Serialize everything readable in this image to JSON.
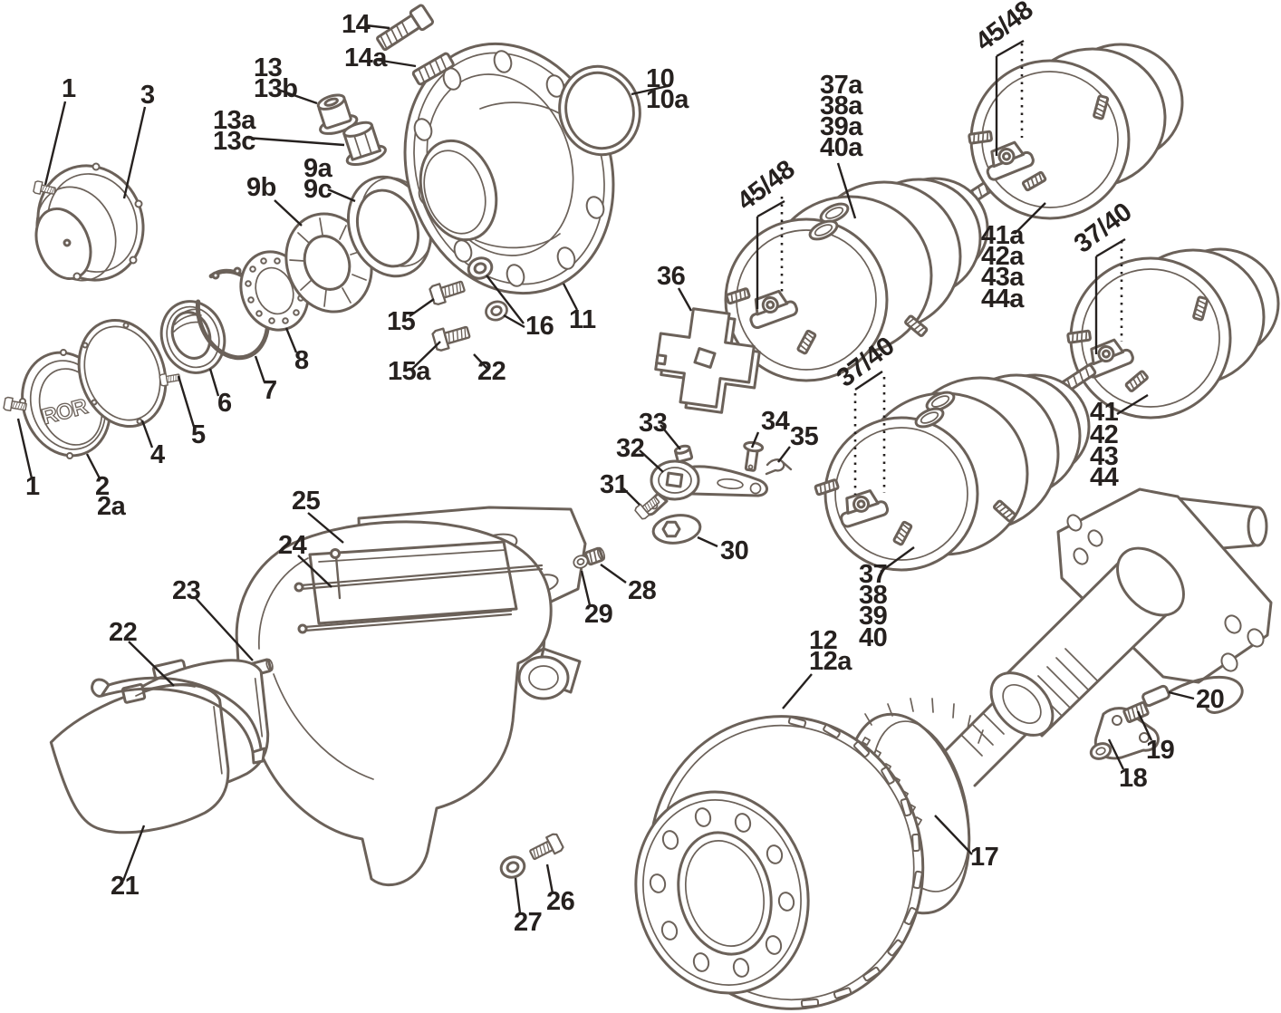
{
  "colors": {
    "ink": "#26211f",
    "line": "#6b6159",
    "background": "#ffffff"
  },
  "logo": {
    "text": "ROR"
  },
  "callouts": [
    {
      "id": "wheel-stud",
      "text": "14"
    },
    {
      "id": "wheel-stud-installed",
      "text": "14a"
    },
    {
      "id": "wheel-nut",
      "text": "13"
    },
    {
      "id": "wheel-nut-b",
      "text": "13b"
    },
    {
      "id": "wheel-nut-a",
      "text": "13a"
    },
    {
      "id": "wheel-nut-c",
      "text": "13c"
    },
    {
      "id": "capscrew-top",
      "text": "1"
    },
    {
      "id": "hub-cap",
      "text": "3"
    },
    {
      "id": "bearing-cone",
      "text": "9b"
    },
    {
      "id": "bearing-cup-a",
      "text": "9a"
    },
    {
      "id": "bearing-cup-c",
      "text": "9c"
    },
    {
      "id": "seal-ring",
      "text": "10"
    },
    {
      "id": "seal-ring-a",
      "text": "10a"
    },
    {
      "id": "hub",
      "text": "11"
    },
    {
      "id": "bolt-15",
      "text": "15"
    },
    {
      "id": "washers-16",
      "text": "16"
    },
    {
      "id": "bolt-15a",
      "text": "15a"
    },
    {
      "id": "bolt-22-hub",
      "text": "22"
    },
    {
      "id": "spacer-plate",
      "text": "36"
    },
    {
      "id": "chamber-4548-left",
      "text": "45/48"
    },
    {
      "id": "chamber-37a",
      "text": "37a"
    },
    {
      "id": "chamber-38a",
      "text": "38a"
    },
    {
      "id": "chamber-39a",
      "text": "39a"
    },
    {
      "id": "chamber-40a",
      "text": "40a"
    },
    {
      "id": "chamber-4548-right",
      "text": "45/48"
    },
    {
      "id": "chamber-41a",
      "text": "41a"
    },
    {
      "id": "chamber-42a",
      "text": "42a"
    },
    {
      "id": "chamber-43a",
      "text": "43a"
    },
    {
      "id": "chamber-44a",
      "text": "44a"
    },
    {
      "id": "chamber-3740-right",
      "text": "37/40"
    },
    {
      "id": "chamber-41",
      "text": "41"
    },
    {
      "id": "chamber-42",
      "text": "42"
    },
    {
      "id": "chamber-43",
      "text": "43"
    },
    {
      "id": "chamber-44",
      "text": "44"
    },
    {
      "id": "chamber-3740-center",
      "text": "37/40"
    },
    {
      "id": "chamber-37",
      "text": "37"
    },
    {
      "id": "chamber-38",
      "text": "38"
    },
    {
      "id": "chamber-39",
      "text": "39"
    },
    {
      "id": "chamber-40",
      "text": "40"
    },
    {
      "id": "brake-disc",
      "text": "12"
    },
    {
      "id": "brake-disc-a",
      "text": "12a"
    },
    {
      "id": "tone-ring",
      "text": "17"
    },
    {
      "id": "sensor-bracket",
      "text": "18"
    },
    {
      "id": "sensor-bush",
      "text": "19"
    },
    {
      "id": "abs-sensor",
      "text": "20"
    },
    {
      "id": "pad-retainer-bar",
      "text": "25"
    },
    {
      "id": "retainer-pin",
      "text": "24"
    },
    {
      "id": "guide-pin",
      "text": "23"
    },
    {
      "id": "pad-spring",
      "text": "22"
    },
    {
      "id": "brake-pads",
      "text": "21"
    },
    {
      "id": "mount-bolt",
      "text": "26"
    },
    {
      "id": "mount-washer",
      "text": "27"
    },
    {
      "id": "plug",
      "text": "28"
    },
    {
      "id": "plug-washer",
      "text": "29"
    },
    {
      "id": "adjuster-washer",
      "text": "30"
    },
    {
      "id": "adjuster-bolt",
      "text": "31"
    },
    {
      "id": "adjuster-lever",
      "text": "32"
    },
    {
      "id": "adjuster-plug",
      "text": "33"
    },
    {
      "id": "clevis-pin",
      "text": "34"
    },
    {
      "id": "cotter-pin",
      "text": "35"
    },
    {
      "id": "capscrew-bottom",
      "text": "1"
    },
    {
      "id": "hubcap-cover",
      "text": "2"
    },
    {
      "id": "hubcap-cover-a",
      "text": "2a"
    },
    {
      "id": "gasket",
      "text": "4"
    },
    {
      "id": "capscrew-5",
      "text": "5"
    },
    {
      "id": "axle-nut",
      "text": "6"
    },
    {
      "id": "lock-ring",
      "text": "7"
    },
    {
      "id": "lock-washer",
      "text": "8"
    }
  ]
}
